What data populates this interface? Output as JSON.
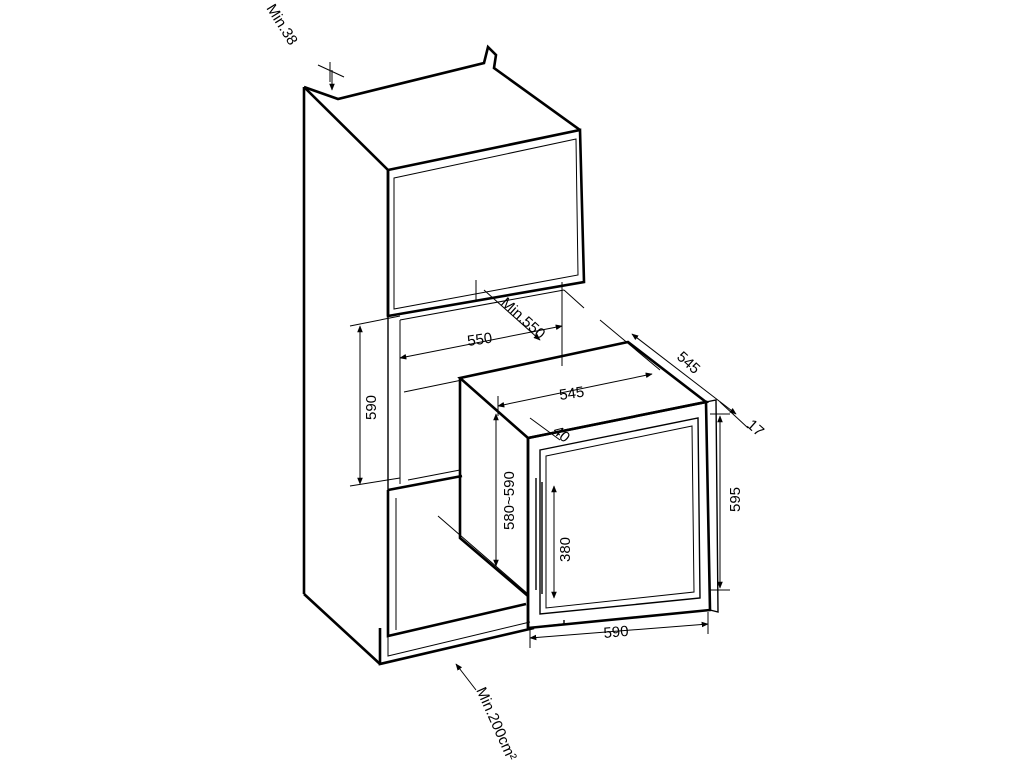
{
  "labels": {
    "min_top_vent": "Min.38",
    "min_depth": "Min.550",
    "niche_width": "550",
    "niche_height": "590",
    "appliance_depth": "545",
    "overall_depth": "545",
    "door_offset": "40",
    "door_thickness": "17",
    "appliance_height_range": "580~590",
    "front_height": "595",
    "handle_height": "380",
    "front_width": "590",
    "min_bottom_vent": "Min.200cm²"
  }
}
